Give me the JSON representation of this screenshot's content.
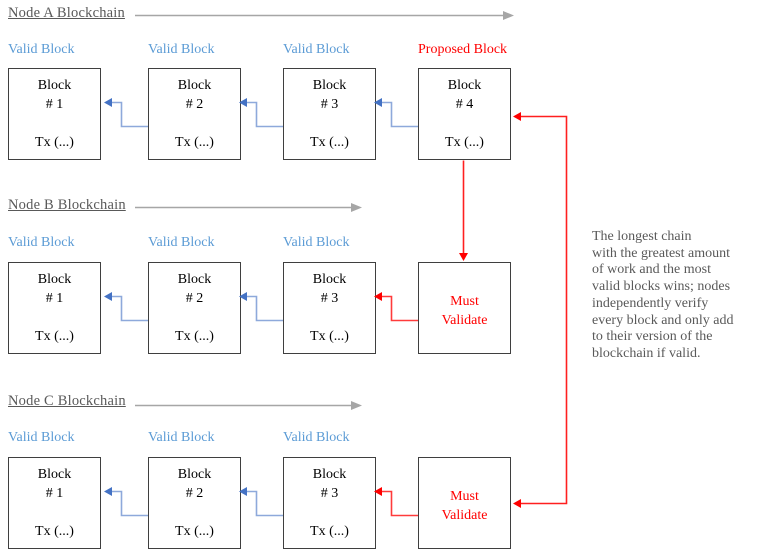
{
  "colors": {
    "valid_label_blue": "#5B9BD5",
    "proposed_red": "#FF0000",
    "arrow_blue_line": "#8EA9DB",
    "arrow_blue_head": "#4472C4",
    "arrow_red_line": "#FF3B3B",
    "arrow_red_head": "#FF0000",
    "connector_red": "#FF1F1F",
    "gray_arrow": "#A6A6A6",
    "box_border": "#3F3F3F",
    "title_text": "#595959",
    "block_text": "#000000"
  },
  "rows": [
    {
      "title": "Node A Blockchain",
      "blocks": [
        {
          "label": "Valid Block",
          "name": "Block",
          "number": "# 1",
          "tx": "Tx (...)"
        },
        {
          "label": "Valid Block",
          "name": "Block",
          "number": "# 2",
          "tx": "Tx (...)"
        },
        {
          "label": "Valid Block",
          "name": "Block",
          "number": "# 3",
          "tx": "Tx (...)"
        },
        {
          "label": "Proposed Block",
          "name": "Block",
          "number": "# 4",
          "tx": "Tx (...)"
        }
      ]
    },
    {
      "title": "Node B Blockchain",
      "blocks": [
        {
          "label": "Valid Block",
          "name": "Block",
          "number": "# 1",
          "tx": "Tx (...)"
        },
        {
          "label": "Valid Block",
          "name": "Block",
          "number": "# 2",
          "tx": "Tx (...)"
        },
        {
          "label": "Valid Block",
          "name": "Block",
          "number": "# 3",
          "tx": "Tx (...)"
        },
        {
          "label": "",
          "line1": "Must",
          "line2": "Validate"
        }
      ]
    },
    {
      "title": "Node C Blockchain",
      "blocks": [
        {
          "label": "Valid Block",
          "name": "Block",
          "number": "# 1",
          "tx": "Tx (...)"
        },
        {
          "label": "Valid Block",
          "name": "Block",
          "number": "# 2",
          "tx": "Tx (...)"
        },
        {
          "label": "Valid Block",
          "name": "Block",
          "number": "# 3",
          "tx": "Tx (...)"
        },
        {
          "label": "",
          "line1": "Must",
          "line2": "Validate"
        }
      ]
    }
  ],
  "annotation": {
    "lines": [
      "The longest chain",
      "with the greatest amount",
      "of work and the most",
      "valid blocks wins; nodes",
      "independently verify",
      "every block and only add",
      "to their version of the",
      "blockchain if valid."
    ]
  }
}
